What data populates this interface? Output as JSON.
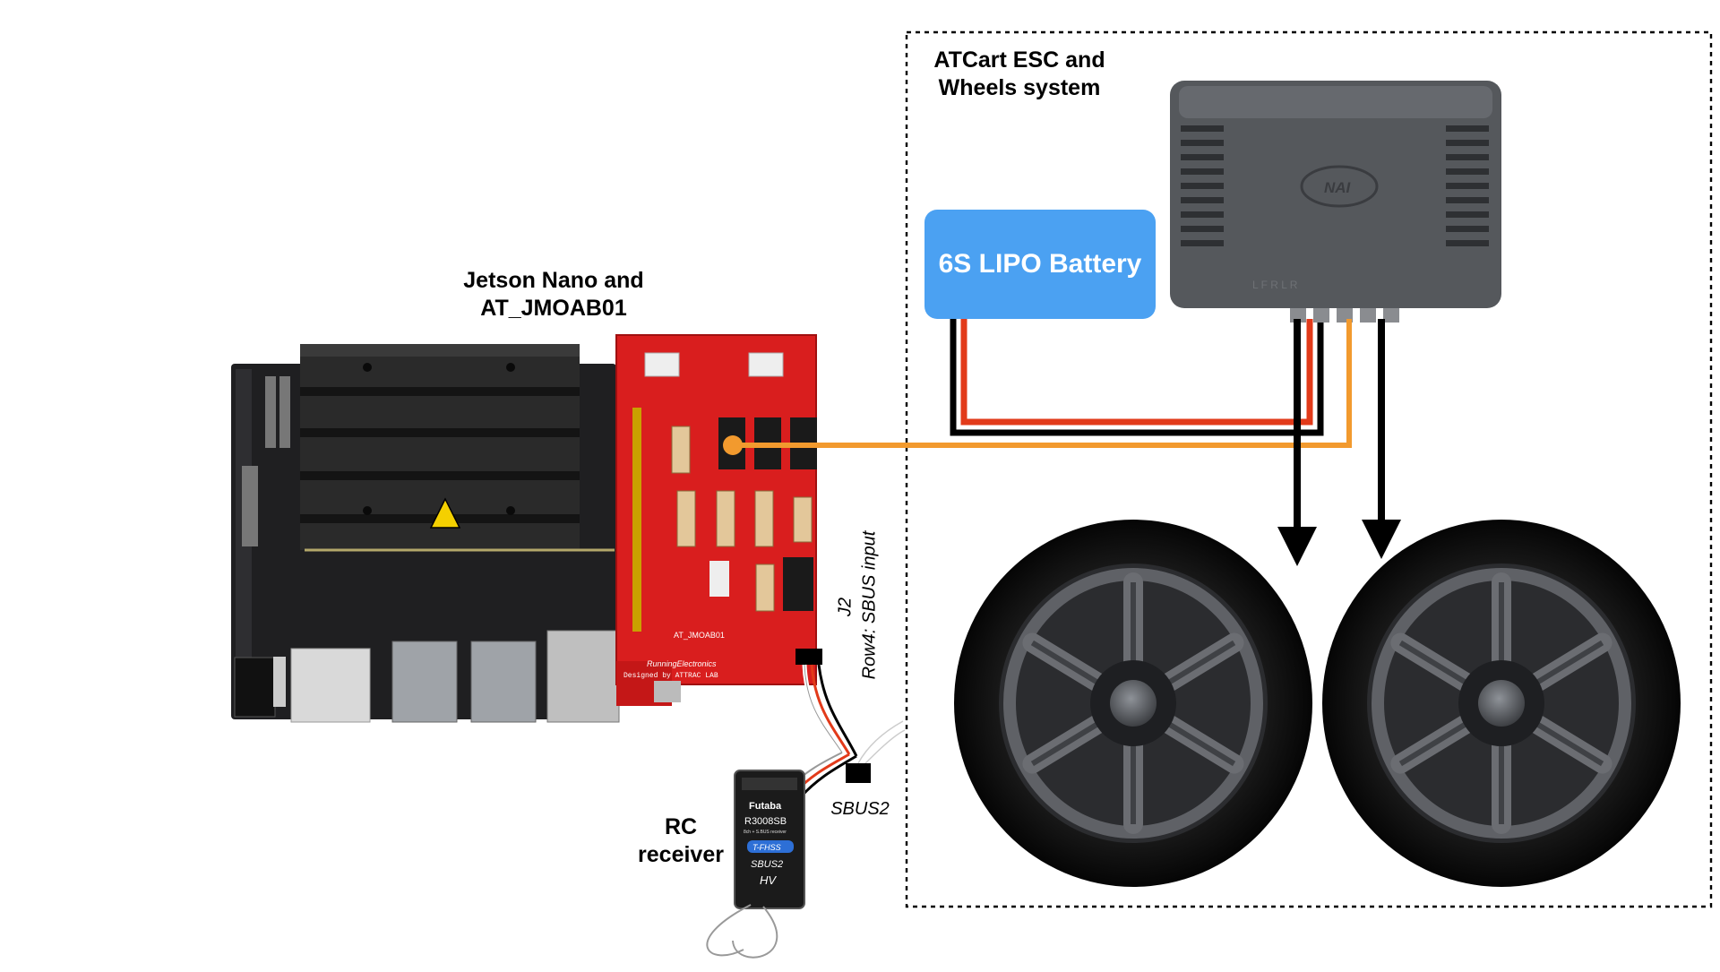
{
  "labels": {
    "esc_system": "ATCart ESC and\nWheels system",
    "jetson": "Jetson Nano and\nAT_JMOAB01",
    "battery": "6S LIPO Battery",
    "j2": "J2",
    "row4": "Row4: SBUS input",
    "sbus2": "SBUS2",
    "rc_receiver": "RC\nreceiver"
  },
  "board_text": {
    "jmoab_name": "AT_JMOAB01",
    "jmoab_brand": "RunningElectronics",
    "jmoab_designed": "Designed by ATTRAC LAB",
    "rx_brand": "Futaba",
    "rx_model": "R3008SB",
    "rx_sub": "8ch + S.BUS receiver",
    "rx_fhss": "T-FHSS",
    "rx_sbus": "SBUS2",
    "rx_hv": "HV",
    "esc_logo": "NAI",
    "esc_ports": "L  F  R  L  R"
  },
  "colors": {
    "battery_fill": "#4BA1F2",
    "wire_red": "#E23A1A",
    "wire_black": "#000000",
    "wire_orange": "#F29A2E",
    "pcb_red": "#D91E1E",
    "heatsink": "#2a2a2a",
    "esc_body": "#55585c",
    "tire": "#111111",
    "rim": "#5f6166"
  }
}
